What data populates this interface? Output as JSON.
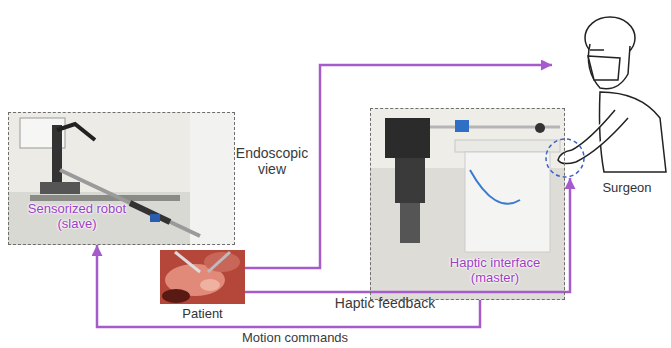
{
  "diagram": {
    "nodes": [
      {
        "text": [
          "Sensorized robot (slave)"
        ]
      },
      {
        "text": [
          "Patient"
        ]
      },
      {
        "text": [
          "Haptic interface (master)"
        ]
      },
      {
        "text": [
          "Surgeon"
        ]
      }
    ],
    "edges": [
      {
        "from": 1,
        "to": 3,
        "arrow": "to",
        "label": "Endoscopic view"
      },
      {
        "from": 1,
        "to": 3,
        "arrow": "to",
        "label": "Haptic feedback"
      },
      {
        "from": 2,
        "to": 0,
        "arrow": "to",
        "label": "Motion commands"
      }
    ]
  }
}
